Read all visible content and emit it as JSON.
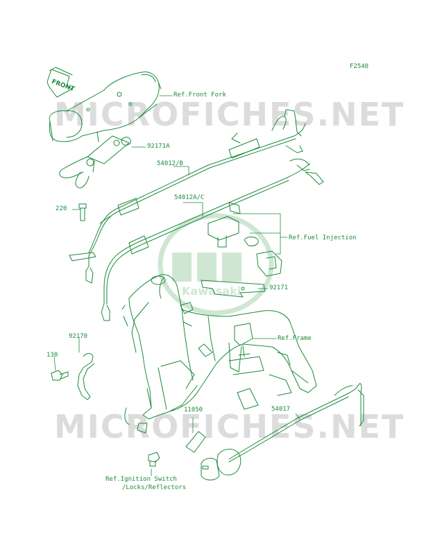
{
  "diagram": {
    "code": "F2540",
    "front_arrow_text": "FRONT",
    "watermark_text": "MICROFICHES.NET",
    "center_logo_text": "Kawasaki",
    "colors": {
      "ink": "#1a8a3a",
      "watermark": "#dcdcdc",
      "logo": "#cfe6d3",
      "background": "#ffffff"
    },
    "labels": {
      "ref_front_fork": "Ref.Front Fork",
      "p92171a": "92171A",
      "p54012b": "54012/B",
      "p54012ac": "54012A/C",
      "p220": "220",
      "ref_fuel_injection": "Ref.Fuel Injection",
      "p92171": "92171",
      "ref_frame": "Ref.Frame",
      "p92170": "92170",
      "p130": "130",
      "p11050": "11050",
      "p54017": "54017",
      "ref_ignition_line1": "Ref.Ignition Switch",
      "ref_ignition_line2": "/Locks/Reflectors"
    }
  }
}
